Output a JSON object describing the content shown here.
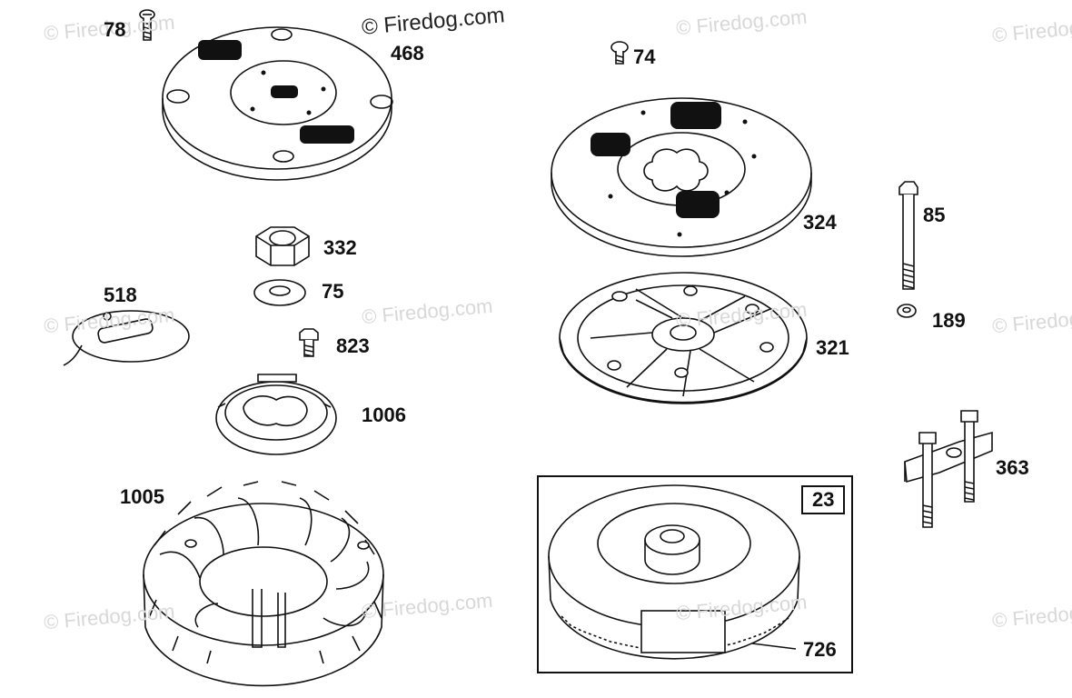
{
  "watermark": "© Firedog.com",
  "callouts": {
    "p78": "78",
    "p468": "468",
    "p74": "74",
    "p324": "324",
    "p85": "85",
    "p332": "332",
    "p75": "75",
    "p518": "518",
    "p823": "823",
    "p189": "189",
    "p321": "321",
    "p1006": "1006",
    "p363": "363",
    "p1005": "1005",
    "p23": "23",
    "p726": "726"
  }
}
